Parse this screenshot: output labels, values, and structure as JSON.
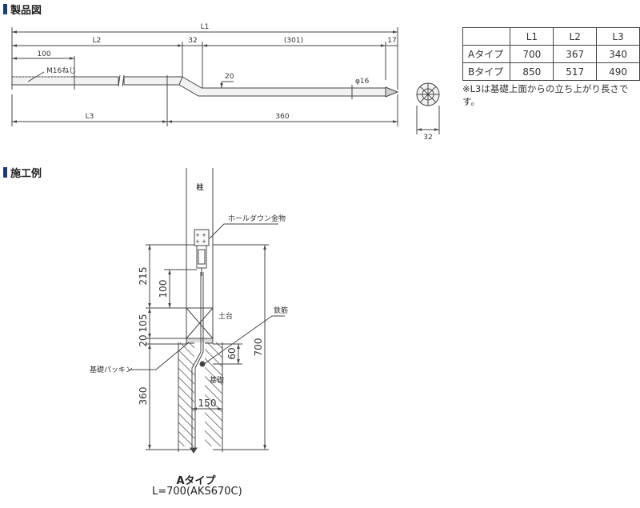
{
  "sections": {
    "product_title": "製品図",
    "example_title": "施工例"
  },
  "product_drawing": {
    "dims": {
      "L1": "L1",
      "L2": "L2",
      "d32_top": "32",
      "d301": "(301)",
      "d17": "17",
      "d100": "100",
      "thread": "M16ねじ",
      "d20": "20",
      "dia16": "φ16",
      "L3": "L3",
      "d360": "360",
      "d32_side": "32"
    }
  },
  "spec_table": {
    "headers": [
      "",
      "L1",
      "L2",
      "L3"
    ],
    "rows": [
      [
        "Aタイプ",
        "700",
        "367",
        "340"
      ],
      [
        "Bタイプ",
        "850",
        "517",
        "490"
      ]
    ]
  },
  "note": "※L3は基礎上面からの立ち上がり長さです。",
  "installation": {
    "labels": {
      "column": "柱",
      "holdown": "ホールダウン金物",
      "sill": "土台",
      "rebar": "鉄筋",
      "packing": "基礎パッキン",
      "foundation": "基礎"
    },
    "dims": {
      "d215": "215",
      "d100": "100",
      "d105": "105",
      "d20": "20",
      "d60": "60",
      "d700": "700",
      "d360": "360",
      "d150": "150"
    }
  },
  "caption": {
    "title": "Aタイプ",
    "subtitle": "L=700(AKS670C)"
  }
}
